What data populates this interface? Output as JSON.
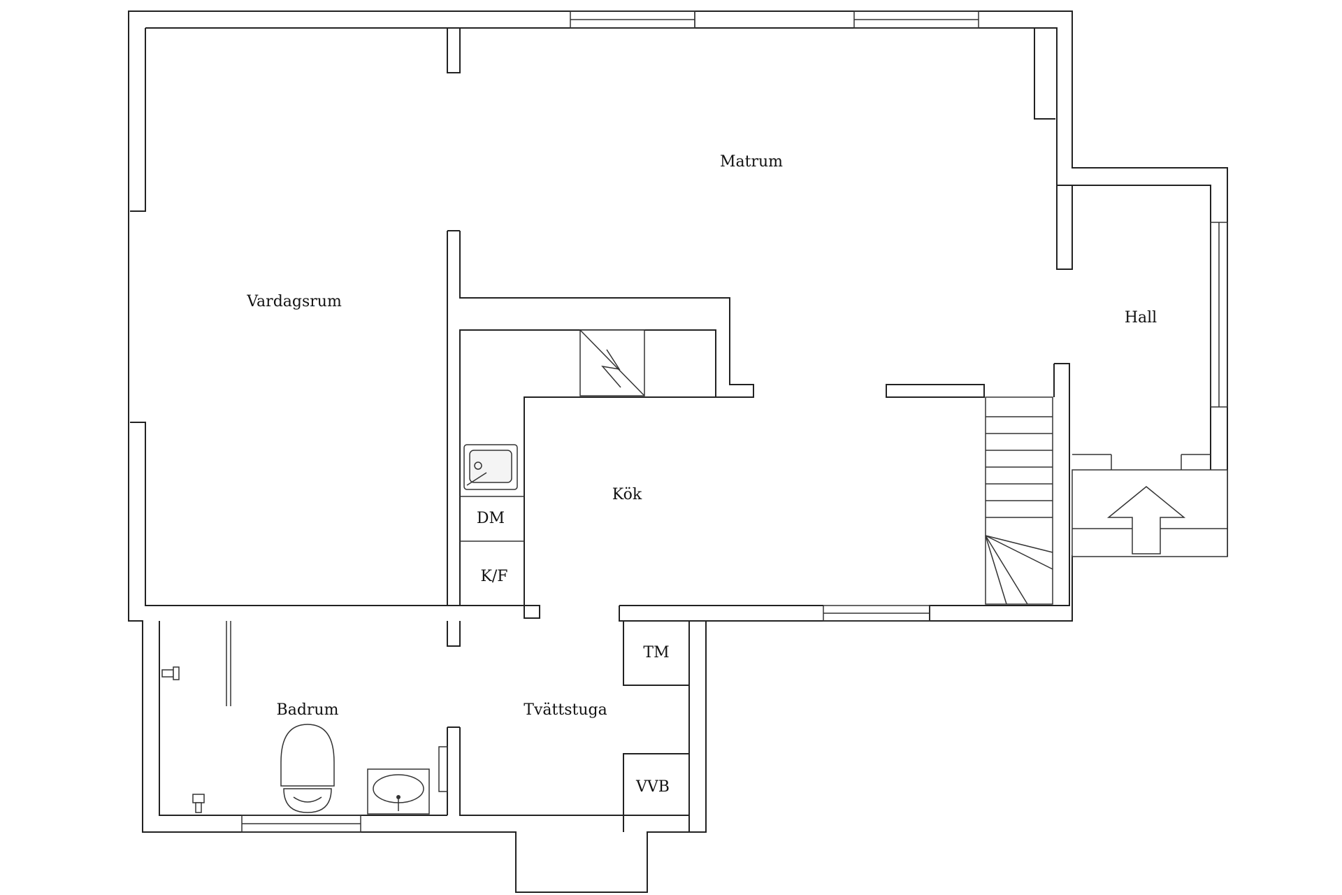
{
  "rooms": {
    "matrum": "Matrum",
    "vardagsrum": "Vardagsrum",
    "hall": "Hall",
    "kok": "Kök",
    "badrum": "Badrum",
    "tvattstuga": "Tvättstuga"
  },
  "appliances": {
    "dishwasher": "DM",
    "fridge_freezer": "K/F",
    "dryer": "TM",
    "water_heater": "VVB"
  },
  "icons": {
    "entrance": "arrow-up-icon",
    "fireplace": "fireplace-icon",
    "sink": "kitchen-sink-icon",
    "toilet": "toilet-icon",
    "washbasin": "washbasin-icon",
    "stairs": "staircase-icon"
  },
  "colors": {
    "wall": "#222222",
    "background": "#ffffff"
  }
}
